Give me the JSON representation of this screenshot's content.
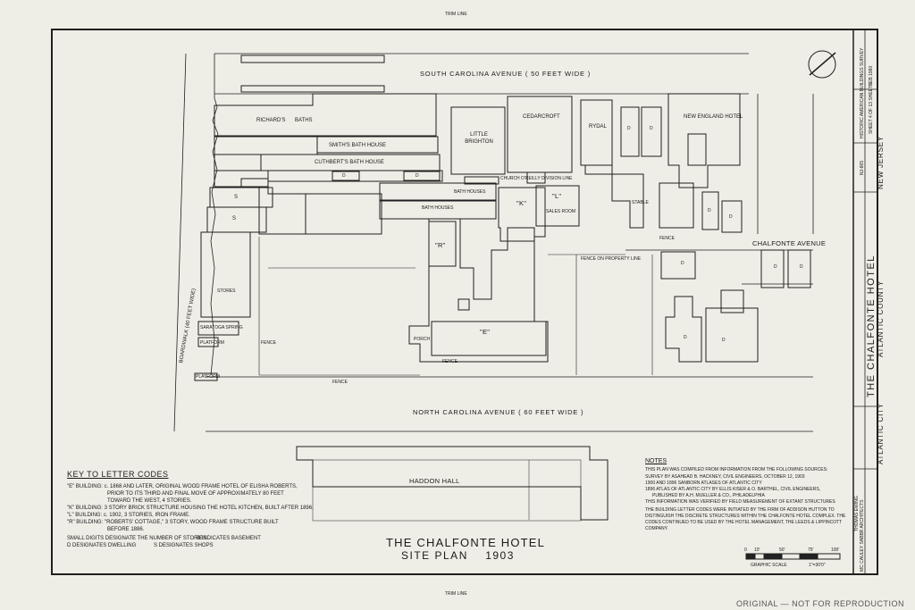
{
  "top_mark": "TRIM LINE",
  "bottom_mark": "TRIM LINE",
  "streets": {
    "south_carolina": "SOUTH CAROLINA AVENUE ( 50 FEET WIDE )",
    "north_carolina": "NORTH CAROLINA AVENUE ( 60 FEET WIDE )",
    "chalfonte_ave": "CHALFONTE AVENUE",
    "boardwalk": "BOARDWALK (40 FEET WIDE)"
  },
  "buildings": {
    "richards_baths": "RICHARD'S",
    "richards_baths_2": "BATHS",
    "smiths": "SMITH'S BATH HOUSE",
    "cuthberts": "CUTHBERT'S BATH HOUSE",
    "little_brighton": "LITTLE BRIGHTON",
    "cedarcroft": "CEDARCROFT",
    "rydal": "RYDAL",
    "new_england": "NEW ENGLAND HOTEL",
    "bath_houses_1": "BATH HOUSES",
    "bath_houses_2": "BATH HOUSES",
    "k": "\"K\"",
    "l": "\"L\"",
    "l_sub": "SALES ROOM",
    "r": "\"R\"",
    "e": "\"E\"",
    "stable": "STABLE",
    "stores": "STORES",
    "saratoga": "SARATOGA SPRING",
    "platform1": "PLATFORM",
    "platform2": "PLATFORM",
    "haddon_hall": "HADDON HALL",
    "property_line": "FENCE ON PROPERTY LINE",
    "division_line": "CHURCH O'REILLY DIVISION LINE",
    "fence1": "FENCE",
    "fence2": "FENCE",
    "fence3": "FENCE",
    "fence4": "FENCE",
    "porch": "PORCH",
    "s1": "S",
    "s2": "S",
    "d_marks": [
      "D",
      "D",
      "D",
      "D",
      "D",
      "D",
      "D",
      "D",
      "D",
      "D",
      "D"
    ]
  },
  "key": {
    "heading": "KEY TO LETTER CODES",
    "lines": [
      "\"E\" BUILDING:  c. 1868 AND LATER, ORIGINAL WOOD FRAME HOTEL OF ELISHA ROBERTS,",
      "PRIOR TO ITS THIRD AND FINAL MOVE OF APPROXIMATELY 80 FEET",
      "TOWARD THE WEST, 4 STORIES.",
      "\"K\" BUILDING:  3 STORY BRICK STRUCTURE HOUSING THE HOTEL KITCHEN, BUILT AFTER 1896.",
      "\"L\" BUILDING:  c. 1902, 3 STORIES, IRON FRAME.",
      "\"R\" BUILDING:  \"ROBERTS' COTTAGE,\" 3 STORY, WOOD FRAME STRUCTURE BUILT",
      "BEFORE 1886."
    ],
    "legend_1": "SMALL DIGITS DESIGNATE THE NUMBER OF STORIES",
    "legend_1b": "B   INDICATES BASEMENT",
    "legend_2": "D   DESIGNATES DWELLING",
    "legend_2b": "S   DESIGNATES SHOPS"
  },
  "notes": {
    "heading": "NOTES",
    "lines": [
      "THIS PLAN WAS COMPILED FROM INFORMATION FROM THE FOLLOWING SOURCES:",
      "SURVEY BY ASAHEAD B. HACKNEY, CIVIL ENGINEERS, OCTOBER 12, 1903",
      "1900 AND 1896 SANBORN ATLASES OF ATLANTIC CITY",
      "1896 ATLAS OF ATLANTIC CITY BY ELLIS KISER & O. BARTHEL, CIVIL ENGINEERS,",
      "PUBLISHED BY A.H. MUELLER & CO., PHILADELPHIA",
      "THIS INFORMATION WAS VERIFIED BY FIELD MEASUREMENT OF EXTANT STRUCTURES",
      "THE BUILDING LETTER CODES WERE INITIATED BY THE FIRM OF ADDISON HUTTON TO",
      "DISTINGUISH THE DISCRETE STRUCTURES WITHIN THE CHALFONTE HOTEL COMPLEX. THE",
      "CODES CONTINUED TO BE USED BY THE HOTEL MANAGEMENT, THE LEEDS & LIPPINCOTT",
      "COMPANY."
    ]
  },
  "title": {
    "main": "THE CHALFONTE HOTEL",
    "sub": "SITE PLAN    1903"
  },
  "scale": {
    "ticks": [
      "0",
      "10'",
      "50'",
      "75'",
      "100'"
    ],
    "label": "GRAPHIC SCALE",
    "ratio": "1\"=30'0\""
  },
  "title_block": {
    "hotel": "THE CHALFONTE HOTEL",
    "county": "ATLANTIC COUNTY",
    "city": "ATLANTIC CITY",
    "state": "NEW JERSEY",
    "delineator": "THOMAS EWING",
    "firm": "MC CAULEY SABBR ARCHITECTS",
    "survey": "HISTORIC AMERICAN BUILDINGS SURVEY",
    "sheet": "SHEET 4 OF 13 SHEETS",
    "date": "FEB 1980",
    "habs_no": "NJ-865"
  },
  "footer": "ORIGINAL — NOT FOR REPRODUCTION"
}
